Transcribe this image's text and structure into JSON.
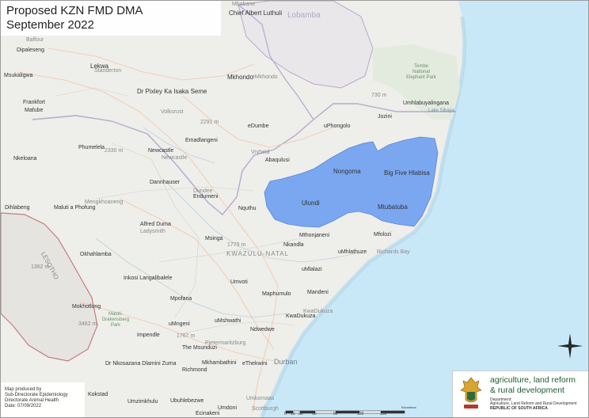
{
  "title": {
    "line1": "Proposed KZN FMD DMA",
    "line2": "September 2022"
  },
  "colors": {
    "fmd_area": "#7aa7ef",
    "ocean": "#c9e8f7",
    "land": "#eeeeea",
    "coast": "#b8d8e9"
  },
  "labels": {
    "mbabane": "Mbabane",
    "lobamba": "Lobamba",
    "chief_albert_luthuli": "Chief Albert Luthuli",
    "balfour": "Balfour",
    "dipaleseng": "Dipaleseng",
    "lekwa": "Lekwa",
    "standerton": "Standerton",
    "msukaligwa": "Msukaligwa",
    "mkhondo": "Mkhondo",
    "emkhondo": "eMkhondo",
    "tembe": "Tembe National Elephant Park",
    "frankfort": "Frankfort",
    "mafube": "Mafube",
    "pixley": "Dr Pixley Ka Isaka Seme",
    "volksrust": "Volksrust",
    "umhlabuyalingana": "Umhlabuyalingana",
    "lake_sibaya": "Lake Sibaya",
    "jozini": "Jozini",
    "edumbe": "eDumbe",
    "uphongolo": "uPhongolo",
    "phumelela": "Phumelela",
    "emadlangeni": "Emadlangeni",
    "newcastle": "Newcastle",
    "newcastle2": "Newcastle",
    "vryheid": "Vryheid",
    "abaqulusi": "Abaqulusi",
    "nkeloana": "Nkeloana",
    "nongoma": "Nongoma",
    "big_five": "Big Five Hlabisa",
    "dannhauser": "Dannhauser",
    "dundee": "Dundee",
    "endumeni": "Endumeni",
    "ulundi": "Ulundi",
    "mtubatuba": "Mtubatuba",
    "dihlabeng": "Dihlabeng",
    "maluti": "Maluti a Phofung",
    "mengkhoaneng": "Mengkhoaneng",
    "nquthu": "Nquthu",
    "alfred_duma": "Alfred Duma",
    "ladysmith": "Ladysmith",
    "msinga": "Msinga",
    "nkandla": "Nkandla",
    "mthonjaneni": "Mthonjaneni",
    "mfolozi": "Mfolozi",
    "umhlathuze": "uMhlathuze",
    "richards_bay": "Richards Bay",
    "okhahlamba": "Okhahlamba",
    "lesotho": "LESOTHO",
    "kwazulu_natal": "KWAZULU-NATAL",
    "umlalazi": "uMlalazi",
    "langalibalele": "Inkosi Langalibalele",
    "umvoti": "Umvoti",
    "maphumulo": "Maphumulo",
    "mpofana": "Mpofana",
    "mandeni": "Mandeni",
    "mokhotlong": "Mokhotlong",
    "kwadukuza": "KwaDukuza",
    "kwadukuza2": "KwaDukuza",
    "umngeni": "uMngeni",
    "umshwathi": "uMshwathi",
    "ndwedwe": "Ndwedwe",
    "impendle": "Impendle",
    "pietermaritzburg": "Pietermaritzburg",
    "msunduzi": "The Msunduzi",
    "durban": "Durban",
    "dlamini_zuma": "Dr Nkosazana Dlamini Zuma",
    "mkhambathini": "Mkhambathini",
    "ethekwini": "eThekwini",
    "richmond": "Richmond",
    "drakensberg": "Maloti-Drakensberg Park",
    "kokstad": "Kokstad",
    "umzimkhulu": "Umzimkhulu",
    "ubuhlebezwe": "Ubuhlebezwe",
    "umdoni": "Umdoni",
    "umkomaas": "Umkomaas",
    "scottburgh": "Scottburgh",
    "ecinakeni": "Ecinakeni"
  },
  "elevations": {
    "e1": "2291 m",
    "e2": "2330 m",
    "e3": "1779 m",
    "e4": "1362 m",
    "e5": "3482 m",
    "e6": "1767 m",
    "e7": "730 m"
  },
  "credit": {
    "line1": "Map produced by",
    "line2": "Sub-Directorate Epidemiology",
    "line3": "Directorate Animal Health",
    "line4": "Date: 07/09/2022"
  },
  "department": {
    "line1": "agriculture, land reform",
    "line2": "& rural development",
    "line3": "Department:",
    "line4": "Agriculture, Land Reform and Rural Development",
    "line5": "REPUBLIC OF SOUTH AFRICA"
  },
  "scale": {
    "ticks": [
      "0",
      "15",
      "30",
      "60",
      "90",
      "120",
      "150"
    ],
    "unit": "Kilometers"
  }
}
